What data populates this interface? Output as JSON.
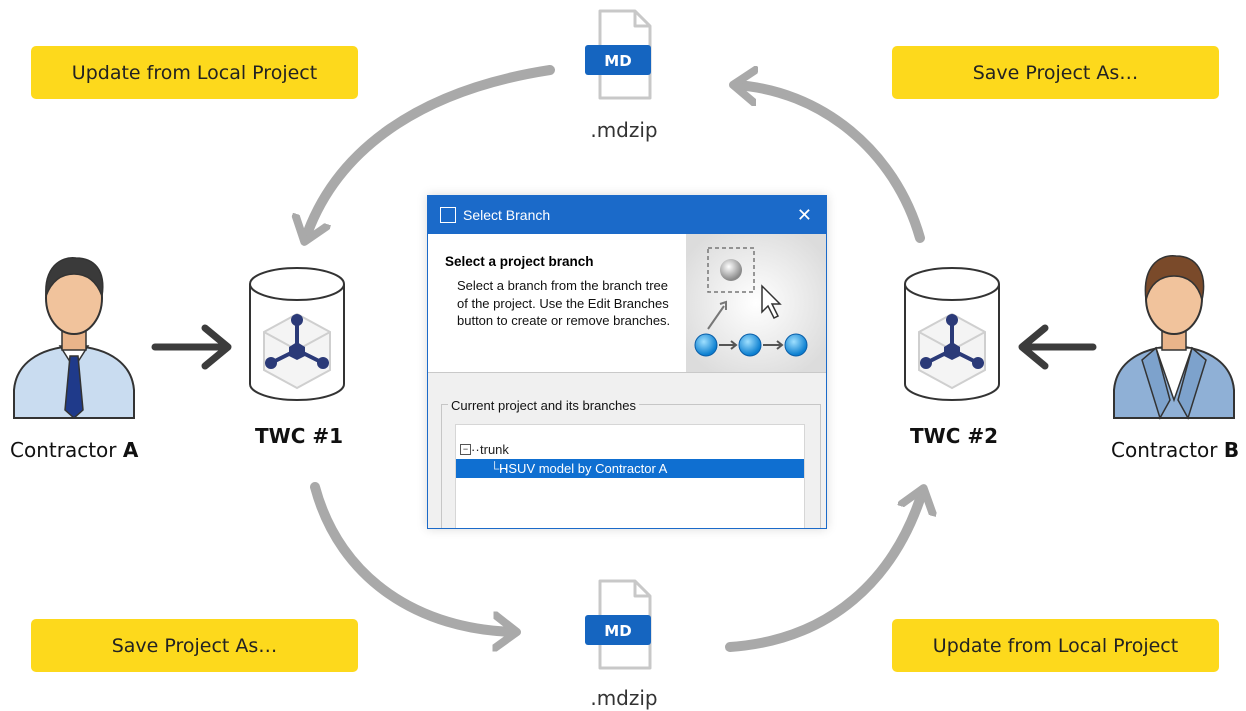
{
  "labels": {
    "top_left": "Update from Local Project",
    "top_right": "Save Project As…",
    "bottom_left": "Save Project As…",
    "bottom_right": "Update from Local Project"
  },
  "files": {
    "top": {
      "badge": "MD",
      "ext": ".mdzip"
    },
    "bottom": {
      "badge": "MD",
      "ext": ".mdzip"
    }
  },
  "servers": {
    "left": "TWC #1",
    "right": "TWC #2"
  },
  "people": {
    "left": {
      "prefix": "Contractor",
      "name": "A"
    },
    "right": {
      "prefix": "Contractor",
      "name": "B"
    }
  },
  "dialog": {
    "title": "Select Branch",
    "heading": "Select a project branch",
    "description": "Select a branch from the branch tree of the project. Use the Edit Branches button to create or remove branches.",
    "group_label": "Current project and its branches",
    "tree": {
      "root": "trunk",
      "child": "HSUV model by Contractor A"
    }
  },
  "colors": {
    "badge_yellow": "#fdd91c",
    "md_blue": "#1565c0",
    "arrow_gray": "#a9a9a9",
    "arrow_dark": "#3c3c3c",
    "dialog_blue": "#1b6ac9"
  }
}
